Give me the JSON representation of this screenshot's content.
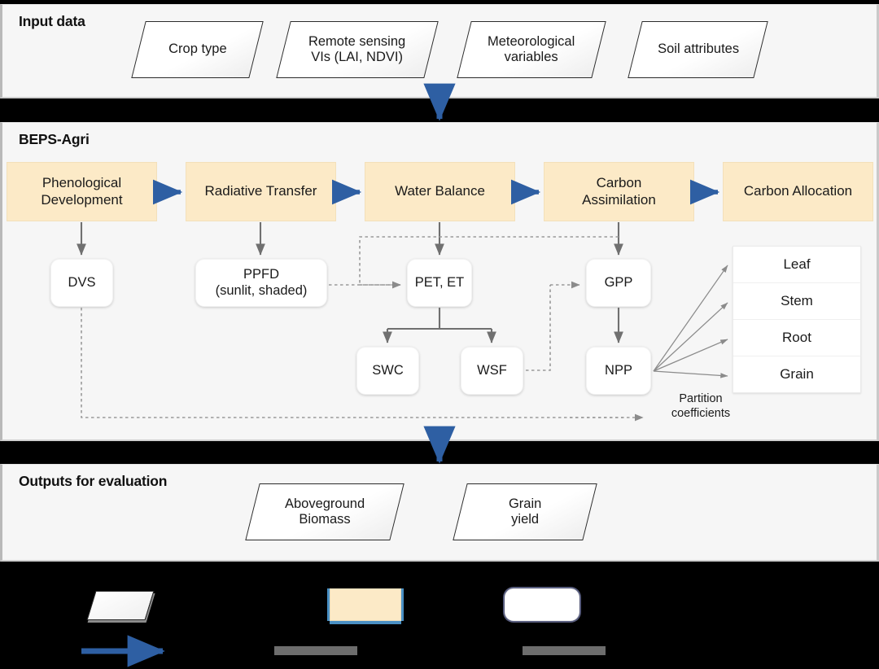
{
  "sections": {
    "input": {
      "title": "Input data"
    },
    "model": {
      "title": "BEPS-Agri"
    },
    "outputs": {
      "title": "Outputs for evaluation"
    }
  },
  "input_nodes": [
    {
      "label": "Crop type"
    },
    {
      "label": "Remote sensing\nVIs (LAI, NDVI)"
    },
    {
      "label": "Meteorological\nvariables"
    },
    {
      "label": "Soil attributes"
    }
  ],
  "process_nodes": [
    {
      "label": "Phenological\nDevelopment"
    },
    {
      "label": "Radiative Transfer"
    },
    {
      "label": "Water Balance"
    },
    {
      "label": "Carbon\nAssimilation"
    },
    {
      "label": "Carbon Allocation"
    }
  ],
  "state_nodes": [
    {
      "id": "dvs",
      "label": "DVS"
    },
    {
      "id": "ppfd",
      "label": "PPFD\n(sunlit, shaded)"
    },
    {
      "id": "pet",
      "label": "PET, ET"
    },
    {
      "id": "gpp",
      "label": "GPP"
    },
    {
      "id": "swc",
      "label": "SWC"
    },
    {
      "id": "wsf",
      "label": "WSF"
    },
    {
      "id": "npp",
      "label": "NPP"
    }
  ],
  "partition": {
    "caption": "Partition\ncoefficients",
    "rows": [
      {
        "label": "Leaf"
      },
      {
        "label": "Stem"
      },
      {
        "label": "Root"
      },
      {
        "label": "Grain"
      }
    ]
  },
  "output_nodes": [
    {
      "label": "Aboveground\nBiomass"
    },
    {
      "label": "Grain\nyield"
    }
  ],
  "legend": {
    "items": [
      {
        "shape": "parallelogram",
        "label": ""
      },
      {
        "shape": "process-box",
        "label": ""
      },
      {
        "shape": "state-box",
        "label": ""
      }
    ],
    "connectors": [
      {
        "kind": "blue-solid-arrow",
        "label": ""
      },
      {
        "kind": "gray-bar",
        "label": ""
      },
      {
        "kind": "gray-bar",
        "label": ""
      }
    ]
  },
  "colors": {
    "process_fill": "#fceac7",
    "panel_bg": "#f6f6f6",
    "blue_arrow": "#2e5fa3",
    "gray_arrow": "#707070",
    "dotted": "#9a9a9a",
    "canvas": "#000000"
  }
}
